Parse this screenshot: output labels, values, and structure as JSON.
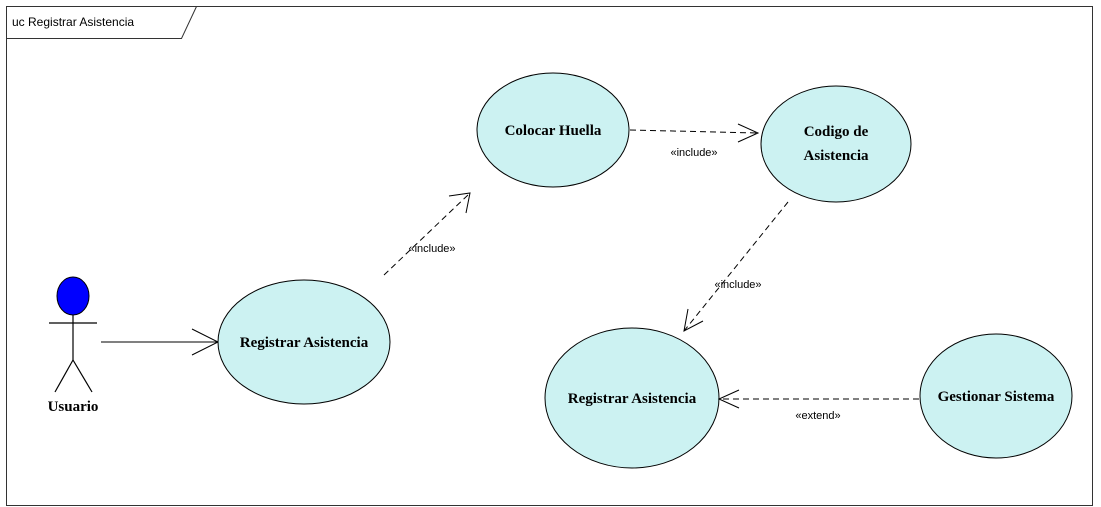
{
  "frame": {
    "label": "uc Registrar Asistencia"
  },
  "actor": {
    "name": "Usuario",
    "head_color": "#0000ff"
  },
  "use_cases": {
    "registrar_asistencia_1": {
      "label": "Registrar Asistencia"
    },
    "colocar_huella": {
      "label": "Colocar Huella"
    },
    "codigo_asistencia": {
      "line1": "Codigo de",
      "line2": "Asistencia"
    },
    "registrar_asistencia_2": {
      "label": "Registrar Asistencia"
    },
    "gestionar_sistema": {
      "label": "Gestionar Sistema"
    }
  },
  "relationships": {
    "include_1": "«include»",
    "include_2": "«include»",
    "include_3": "«include»",
    "extend_1": "«extend»"
  },
  "colors": {
    "use_case_fill": "#ccf2f2",
    "stroke": "#000000"
  }
}
